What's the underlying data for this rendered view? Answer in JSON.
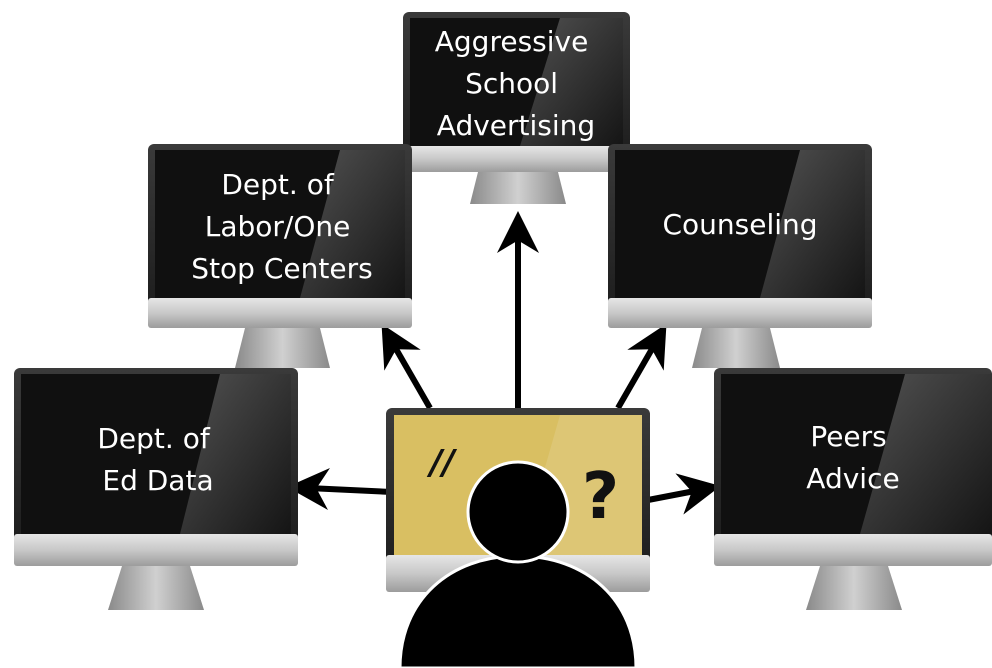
{
  "center": {
    "quote_mark": "//",
    "question_mark": "?"
  },
  "monitors": {
    "top": {
      "lines": [
        "Aggressive",
        "School",
        "Advertising"
      ]
    },
    "upper_left": {
      "lines": [
        "Dept. of",
        "Labor/One",
        "Stop Centers"
      ]
    },
    "upper_right": {
      "lines": [
        "Counseling"
      ]
    },
    "lower_left": {
      "lines": [
        "Dept. of",
        "Ed Data"
      ]
    },
    "lower_right": {
      "lines": [
        "Peers",
        "Advice"
      ]
    }
  },
  "colors": {
    "screen": "#111111",
    "center_screen": "#d9bf62",
    "bezel": "#9a9a9a",
    "silhouette": "#000000",
    "arrow": "#000000"
  }
}
